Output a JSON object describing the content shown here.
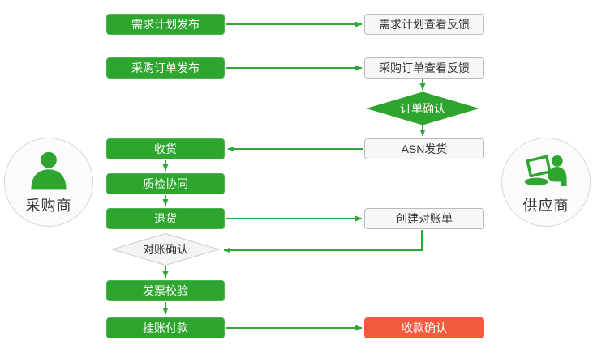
{
  "colors": {
    "green": "#2EA52E",
    "green-border": "#4CB64C",
    "arrow": "#2FA839",
    "red": "#F25B3D",
    "panel-bg": "#F7F7F7",
    "panel-border": "#BBBBBB",
    "diamond-gray-bg": "#F4F4F4",
    "diamond-gray-border": "#CCCCCC",
    "circle-bg": "#FBFBFB",
    "circle-border": "#D6D6D6",
    "text-dark": "#333333",
    "text-light": "#FFFFFF"
  },
  "actors": {
    "buyer": {
      "label": "采购商"
    },
    "supplier": {
      "label": "供应商"
    }
  },
  "buyer_steps": {
    "demand_plan_publish": {
      "label": "需求计划发布"
    },
    "po_publish": {
      "label": "采购订单发布"
    },
    "receive_goods": {
      "label": "收货"
    },
    "quality_collaboration": {
      "label": "质检协同"
    },
    "return_goods": {
      "label": "退货"
    },
    "reconciliation_confirm": {
      "label": "对账确认"
    },
    "invoice_verification": {
      "label": "发票校验"
    },
    "booked_payment": {
      "label": "挂账付款"
    }
  },
  "supplier_steps": {
    "demand_plan_view_feedback": {
      "label": "需求计划查看反馈"
    },
    "po_view_feedback": {
      "label": "采购订单查看反馈"
    },
    "order_confirm": {
      "label": "订单确认"
    },
    "asn_shipment": {
      "label": "ASN发货"
    },
    "create_statement": {
      "label": "创建对账单"
    },
    "collection_confirm": {
      "label": "收款确认"
    }
  }
}
